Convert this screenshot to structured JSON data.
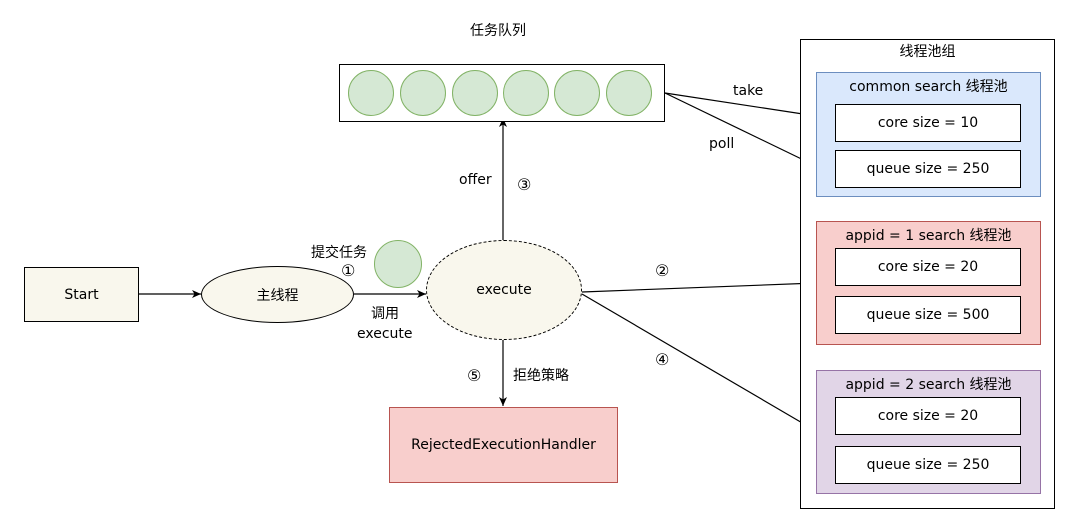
{
  "queue": {
    "title": "任务队列",
    "slots": 6
  },
  "start": {
    "label": "Start"
  },
  "main_thread": {
    "label": "主线程"
  },
  "submit_task": {
    "label": "提交任务",
    "step": "①"
  },
  "call_execute": {
    "line1": "调用",
    "line2": "execute"
  },
  "execute": {
    "label": "execute"
  },
  "offer": {
    "label": "offer",
    "step": "③"
  },
  "step2": "②",
  "step4": "④",
  "reject": {
    "step": "⑤",
    "label": "拒绝策略",
    "handler": "RejectedExecutionHandler"
  },
  "take": "take",
  "poll": "poll",
  "pool_group": {
    "title": "线程池组",
    "pools": [
      {
        "title": "common search 线程池",
        "core": "core size = 10",
        "queue": "queue size = 250",
        "fill": "#dae8fc",
        "stroke": "#6c8ebf"
      },
      {
        "title": "appid = 1 search 线程池",
        "core": "core size = 20",
        "queue": "queue size = 500",
        "fill": "#f8cecc",
        "stroke": "#b85450"
      },
      {
        "title": "appid = 2 search 线程池",
        "core": "core size = 20",
        "queue": "queue size = 250",
        "fill": "#e1d5e7",
        "stroke": "#9673a6"
      }
    ]
  },
  "colors": {
    "queue_item_fill": "#d5e8d4",
    "queue_item_stroke": "#82b366",
    "node_fill": "#f9f7ed",
    "reject_fill": "#f8cecc",
    "reject_stroke": "#b85450"
  }
}
